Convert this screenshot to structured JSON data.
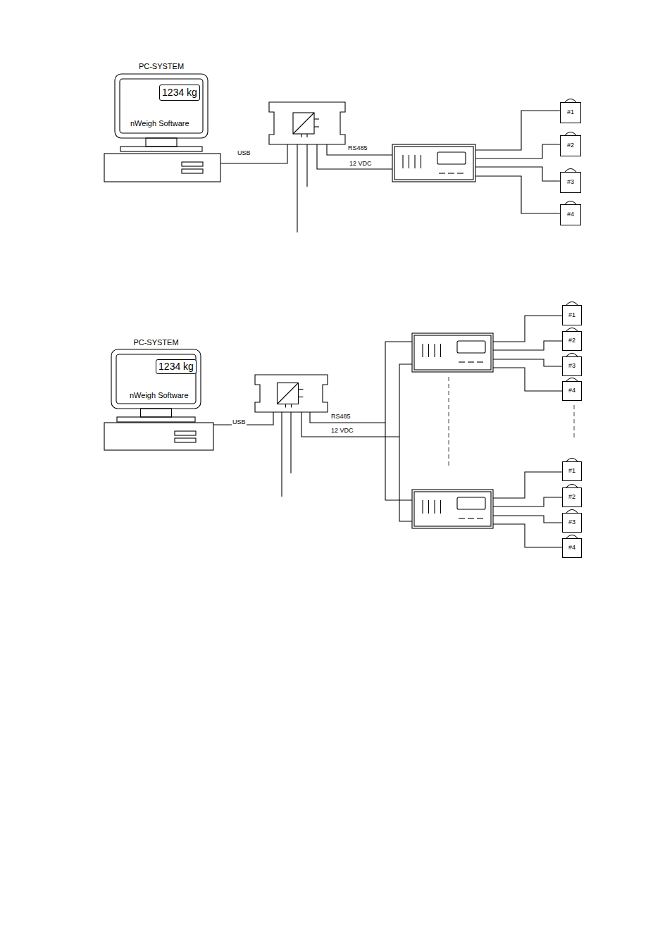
{
  "diagram": {
    "nodes": [
      {
        "text": [
          "PC-SYSTEM",
          "nWeigh Software"
        ]
      },
      {
        "text": [
          "1234 kg"
        ],
        "in": 0
      },
      {
        "text": [
          "#1"
        ]
      },
      {
        "text": [
          "#2"
        ]
      },
      {
        "text": [
          "#3"
        ]
      },
      {
        "text": [
          "#4"
        ]
      },
      {
        "text": [
          "PC-SYSTEM",
          "nWeigh Software"
        ]
      },
      {
        "text": [
          "1234 kg"
        ],
        "in": 6
      },
      {
        "text": [
          "#1"
        ]
      },
      {
        "text": [
          "#2"
        ]
      },
      {
        "text": [
          "#3"
        ]
      },
      {
        "text": [
          "#4"
        ]
      },
      {
        "text": [
          "#1"
        ]
      },
      {
        "text": [
          "#2"
        ]
      },
      {
        "text": [
          "#3"
        ]
      },
      {
        "text": [
          "#4"
        ]
      }
    ],
    "labels": [
      "USB",
      "RS485",
      "12 VDC",
      "USB",
      "RS485",
      "12 VDC"
    ]
  }
}
